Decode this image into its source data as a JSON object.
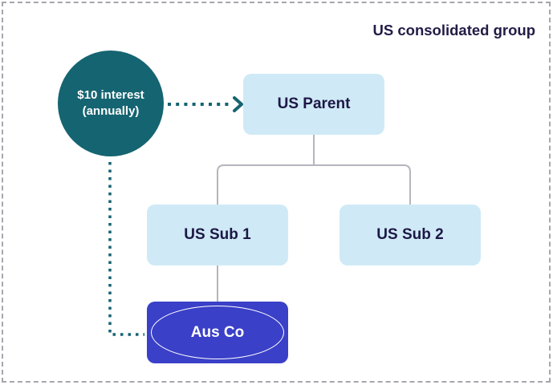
{
  "diagram": {
    "title": "US consolidated group",
    "interest_badge": {
      "line1": "$10 interest",
      "line2": "(annually)"
    },
    "nodes": {
      "us_parent": {
        "label": "US Parent"
      },
      "us_sub_1": {
        "label": "US Sub 1"
      },
      "us_sub_2": {
        "label": "US Sub 2"
      },
      "aus_co": {
        "label": "Aus Co"
      }
    },
    "colors": {
      "teal": "#156471",
      "light_blue": "#cfeaf6",
      "indigo": "#3a40c7",
      "dark_text": "#221c46",
      "connector_gray": "#b5b5bd",
      "frame_dash_gray": "#a6a6ae",
      "white": "#ffffff"
    }
  }
}
